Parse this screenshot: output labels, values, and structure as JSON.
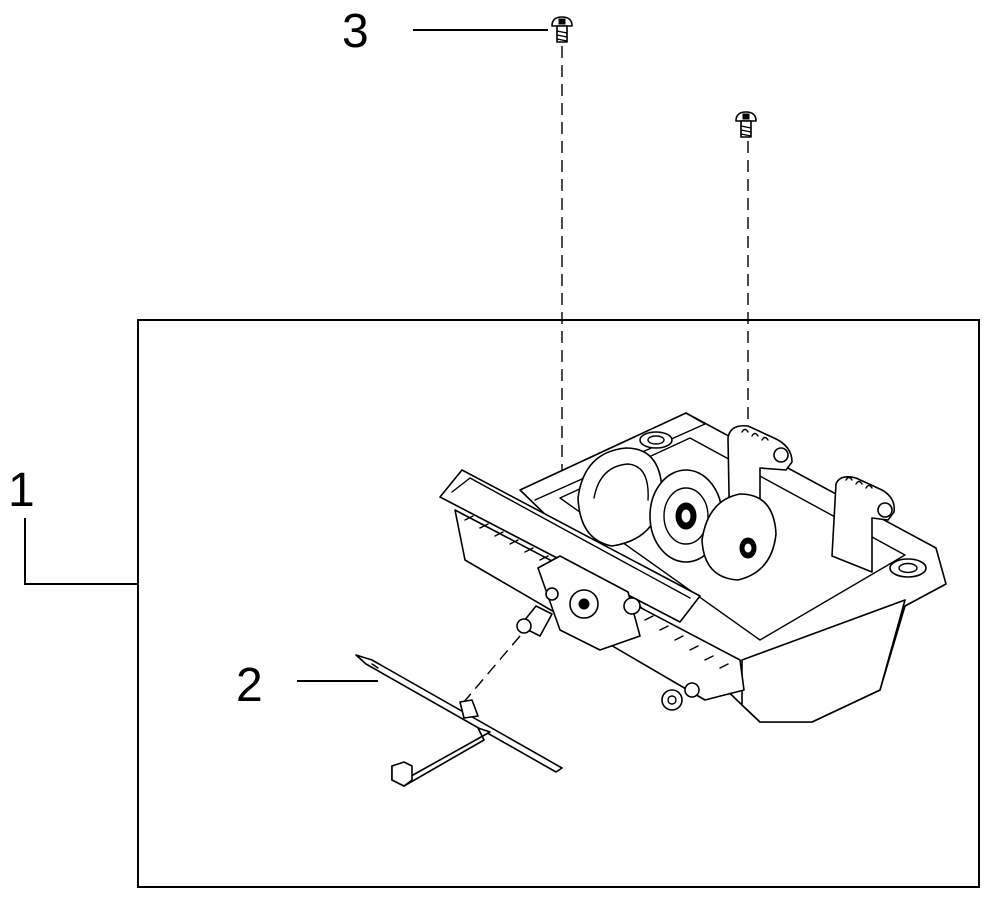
{
  "callouts": [
    {
      "id": "1",
      "label": "1"
    },
    {
      "id": "2",
      "label": "2"
    },
    {
      "id": "3",
      "label": "3"
    }
  ],
  "icons": {
    "screw": "screw-icon",
    "assembly": "cutter-assembly-illustration",
    "blade": "cutter-blade-illustration"
  },
  "colors": {
    "line": "#000000",
    "background": "#ffffff"
  }
}
